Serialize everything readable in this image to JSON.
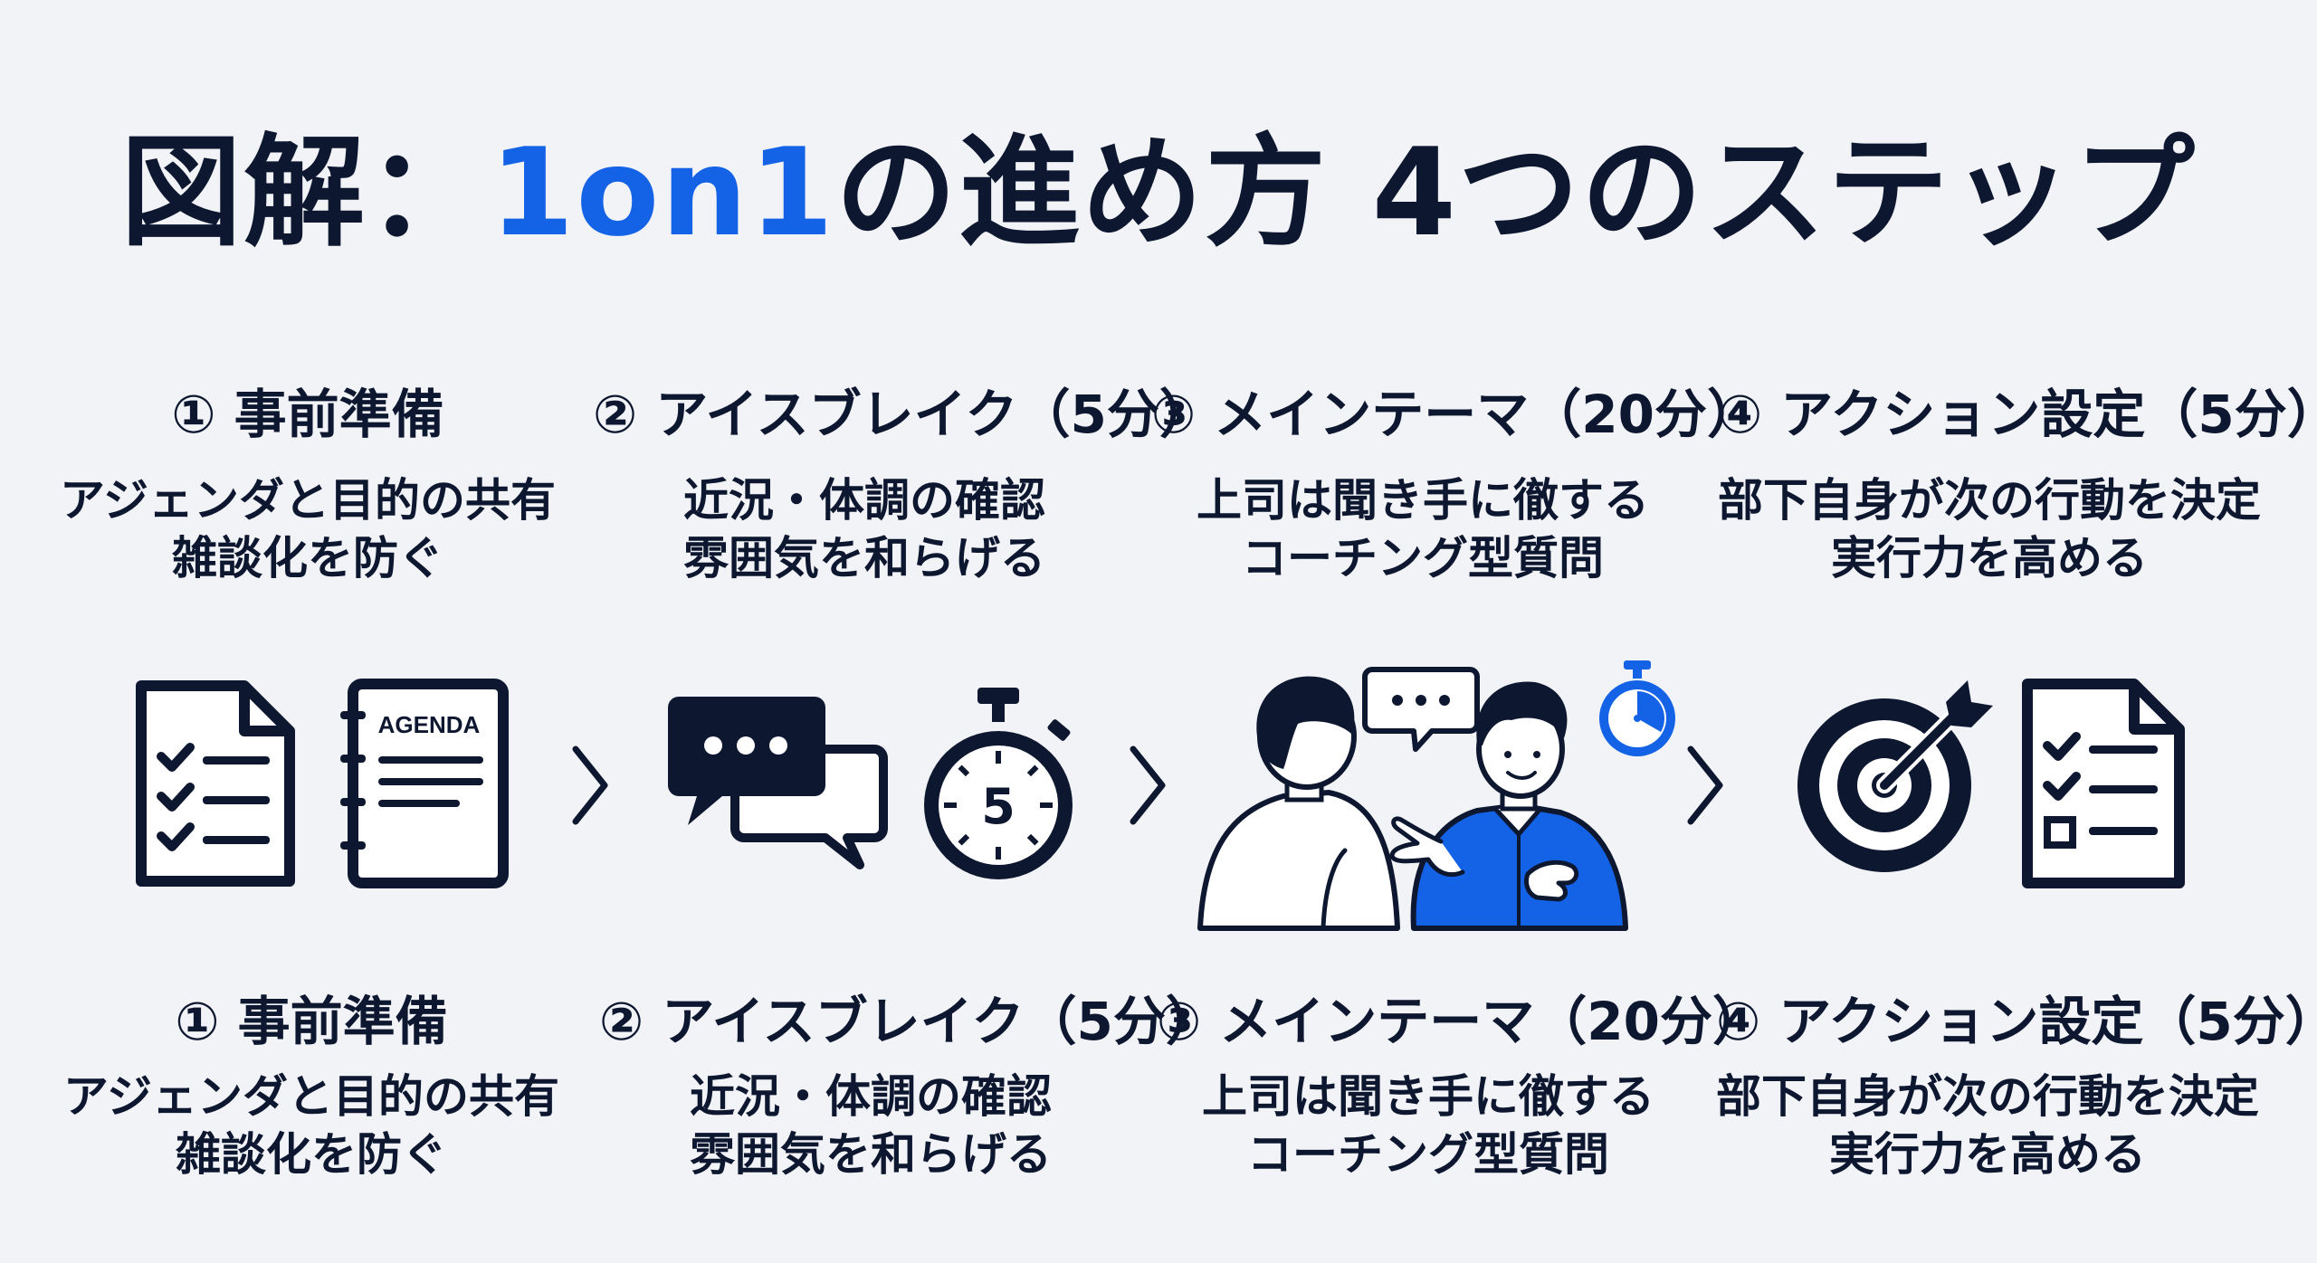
{
  "title": {
    "prefix": "図解：",
    "accent": "1on1",
    "suffix": "の進め方 4つのステップ"
  },
  "colors": {
    "background": "#f2f3f7",
    "dark": "#0d1730",
    "accent": "#1463e6"
  },
  "steps": [
    {
      "title": "① 事前準備",
      "desc_line1": "アジェンダと目的の共有",
      "desc_line2": "雑談化を防ぐ",
      "icons": [
        "checklist-icon",
        "agenda-notebook-icon"
      ]
    },
    {
      "title": "② アイスブレイク（5分）",
      "desc_line1": "近況・体調の確認",
      "desc_line2": "雰囲気を和らげる",
      "icons": [
        "chat-bubbles-icon",
        "stopwatch-icon"
      ]
    },
    {
      "title": "③ メインテーマ（20分）",
      "desc_line1": "上司は聞き手に徹する",
      "desc_line2": "コーチング型質問",
      "icons": [
        "conversation-people-icon"
      ]
    },
    {
      "title": "④ アクション設定（5分）",
      "desc_line1": "部下自身が次の行動を決定",
      "desc_line2": "実行力を高める",
      "icons": [
        "target-icon",
        "action-checklist-icon"
      ]
    }
  ],
  "icon_text": {
    "agenda_label": "AGENDA",
    "timer_number": "5"
  }
}
